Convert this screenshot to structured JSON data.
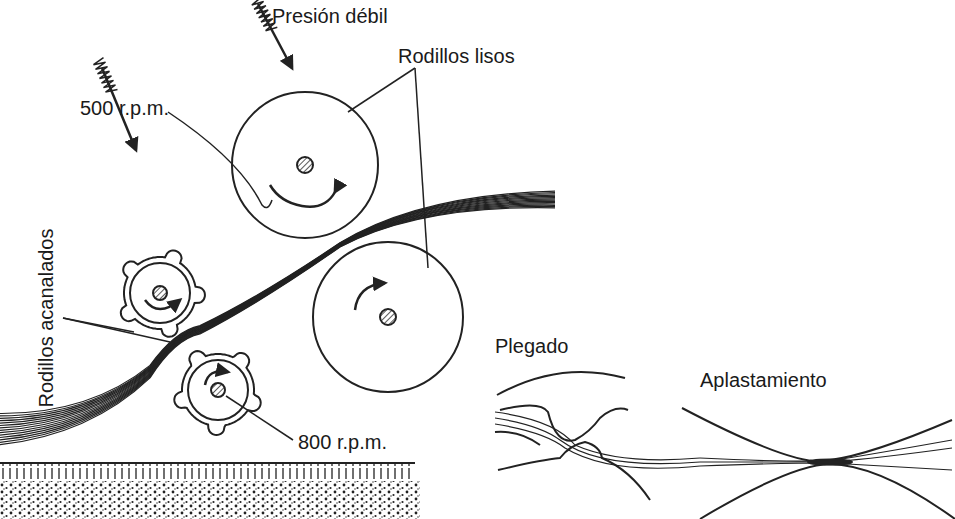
{
  "diagram": {
    "labels": [
      "Presión débil",
      "Rodillos lisos",
      "500 r.p.m.",
      "Rodillos acanalados",
      "800 r.p.m.",
      "Plegado",
      "Aplastamiento"
    ]
  }
}
